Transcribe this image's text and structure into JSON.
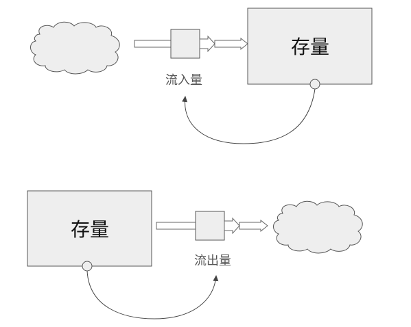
{
  "inflow": {
    "stock_label": "存量",
    "flow_label": "流入量"
  },
  "outflow": {
    "stock_label": "存量",
    "flow_label": "流出量"
  },
  "colors": {
    "box_fill": "#eeeeee",
    "stroke": "#555555",
    "label_text": "#555555"
  }
}
